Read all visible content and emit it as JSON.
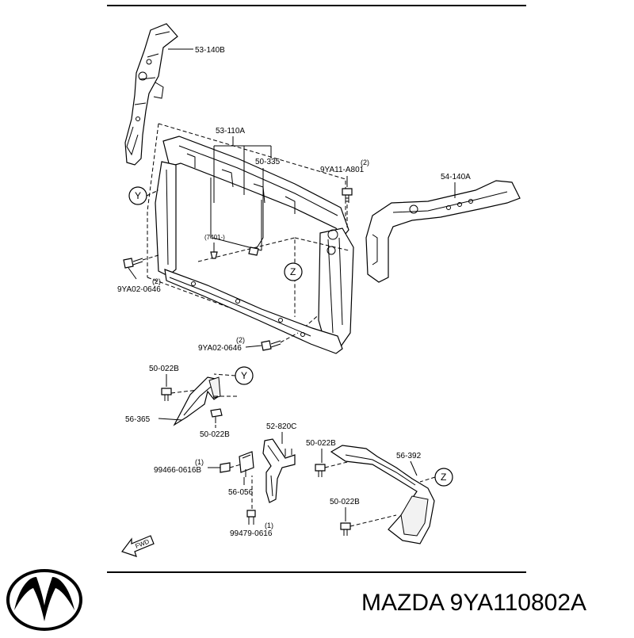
{
  "diagram": {
    "labels": {
      "p_53_140B": "53-140B",
      "p_53_110A": "53-110A",
      "p_50_335": "50-335",
      "p_9YA11_A801": "9YA11-A801",
      "q_9YA11_A801": "(2)",
      "p_54_140A": "54-140A",
      "p_7401": "(7401-)",
      "p_9YA02_0646_a": "9YA02-0646",
      "q_9YA02_0646_a": "(2)",
      "p_9YA02_0646_b": "9YA02-0646",
      "q_9YA02_0646_b": "(2)",
      "p_50_022B_a": "50-022B",
      "p_56_365": "56-365",
      "p_50_022B_b": "50-022B",
      "p_52_820C": "52-820C",
      "p_99466_0616B": "99466-0616B",
      "q_99466_0616B": "(1)",
      "p_56_056": "56-056",
      "p_99479_0616": "99479-0616",
      "q_99479_0616": "(1)",
      "p_50_022B_c": "50-022B",
      "p_56_392": "56-392",
      "p_50_022B_d": "50-022B",
      "fwd": "FWD"
    },
    "view_markers": {
      "y1": "Y",
      "y2": "Y",
      "z1": "Z",
      "z2": "Z"
    }
  },
  "footer": {
    "brand_logo": "mazda-logo",
    "caption": "MAZDA 9YA110802A"
  }
}
